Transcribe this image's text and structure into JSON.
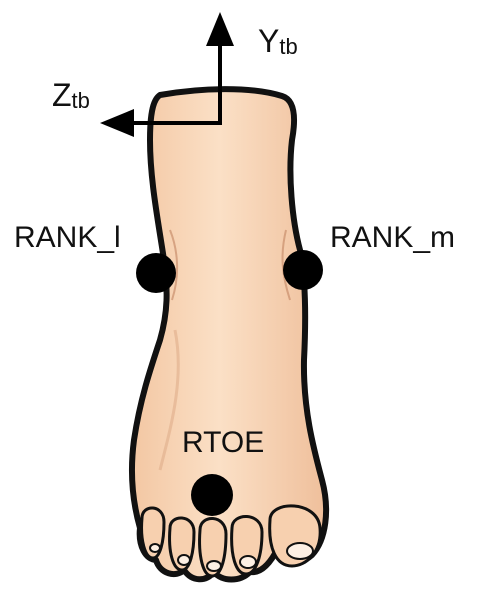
{
  "axes": {
    "y_label_main": "Y",
    "y_label_sub": "tb",
    "z_label_main": "Z",
    "z_label_sub": "tb"
  },
  "markers": [
    {
      "id": "rank-l",
      "label": "RANK_l"
    },
    {
      "id": "rank-m",
      "label": "RANK_m"
    },
    {
      "id": "rtoe",
      "label": "RTOE"
    }
  ],
  "colors": {
    "skin": "#f9d6b6",
    "skin_shade": "#eab592",
    "outline": "#111111",
    "marker": "#000000"
  }
}
